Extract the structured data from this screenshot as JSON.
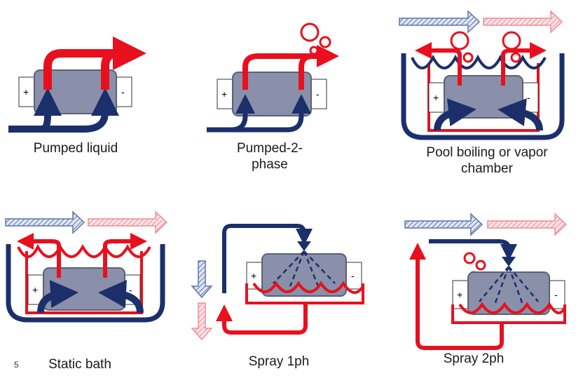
{
  "colors": {
    "navy": "#1b2f6b",
    "red": "#e8101e",
    "chip_fill": "#8a90aa",
    "chip_stroke": "#5a6078",
    "hatch_blue": "#7f93c0",
    "hatch_red": "#f2a0a8"
  },
  "slide": {
    "page_number": "5"
  },
  "panels": [
    {
      "caption": "Pumped liquid",
      "terminal_plus": "+",
      "terminal_minus": "-"
    },
    {
      "caption": "Pumped-2-\nphase",
      "terminal_plus": "+",
      "terminal_minus": "-"
    },
    {
      "caption": "Pool boiling or vapor\nchamber",
      "terminal_plus": "+",
      "terminal_minus": "-"
    },
    {
      "caption": "Static bath",
      "terminal_plus": "+",
      "terminal_minus": "-"
    },
    {
      "caption": "Spray 1ph",
      "terminal_plus": "+",
      "terminal_minus": "-"
    },
    {
      "caption": "Spray 2ph",
      "terminal_plus": "+",
      "terminal_minus": "-"
    }
  ]
}
